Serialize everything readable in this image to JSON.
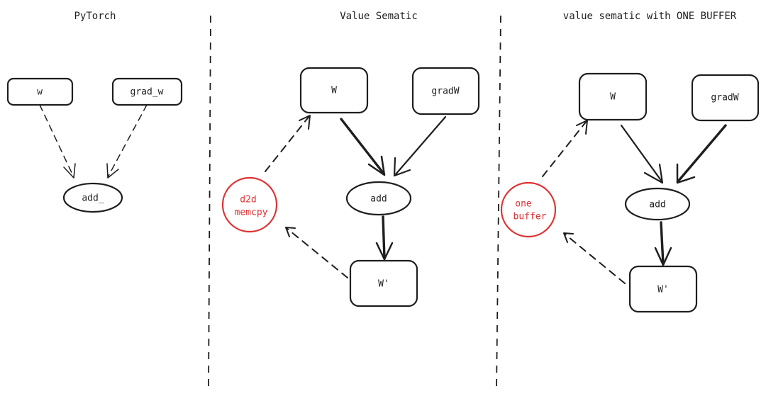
{
  "panels": [
    {
      "title": "PyTorch",
      "nodes": {
        "w": "w",
        "grad": "grad_w",
        "op": "add_"
      }
    },
    {
      "title": "Value Sematic",
      "nodes": {
        "w": "W",
        "grad": "gradW",
        "op": "add",
        "out": "W'"
      },
      "note": [
        "d2d",
        "memcpy"
      ]
    },
    {
      "title": "value sematic with ONE BUFFER",
      "nodes": {
        "w": "W",
        "grad": "gradW",
        "op": "add",
        "out": "W'"
      },
      "note": [
        "one",
        "buffer"
      ]
    }
  ],
  "colors": {
    "ink": "#1e1e1e",
    "accent": "#e03131",
    "background": "#ffffff"
  }
}
